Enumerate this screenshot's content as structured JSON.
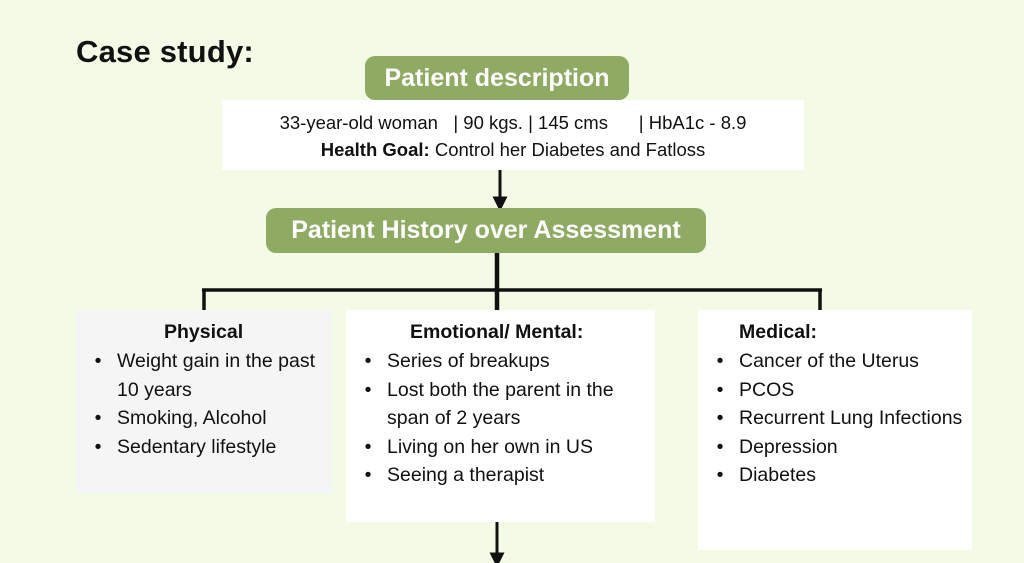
{
  "title": "Case study:",
  "description": {
    "header": "Patient description",
    "line1": "33-year-old woman   | 90 kgs. | 145 cms      | HbA1c - 8.9",
    "goal_label": "Health Goal:",
    "goal_text": " Control her Diabetes and Fatloss"
  },
  "history": {
    "header": "Patient History over Assessment"
  },
  "categories": [
    {
      "heading": "Physical",
      "items": [
        "Weight gain in the past 10 years",
        "Smoking, Alcohol",
        "Sedentary lifestyle"
      ]
    },
    {
      "heading": "Emotional/ Mental:",
      "items": [
        "Series of breakups",
        "Lost both the parent in the span of 2 years",
        "Living on her own in US",
        "Seeing a therapist"
      ]
    },
    {
      "heading": "Medical:",
      "items": [
        "Cancer of the Uterus",
        "PCOS",
        "Recurrent Lung Infections",
        "Depression",
        "Diabetes"
      ]
    }
  ],
  "colors": {
    "background": "#f3fbe6",
    "header_fill": "#8faa63",
    "header_text": "#ffffff",
    "connector": "#111111"
  }
}
